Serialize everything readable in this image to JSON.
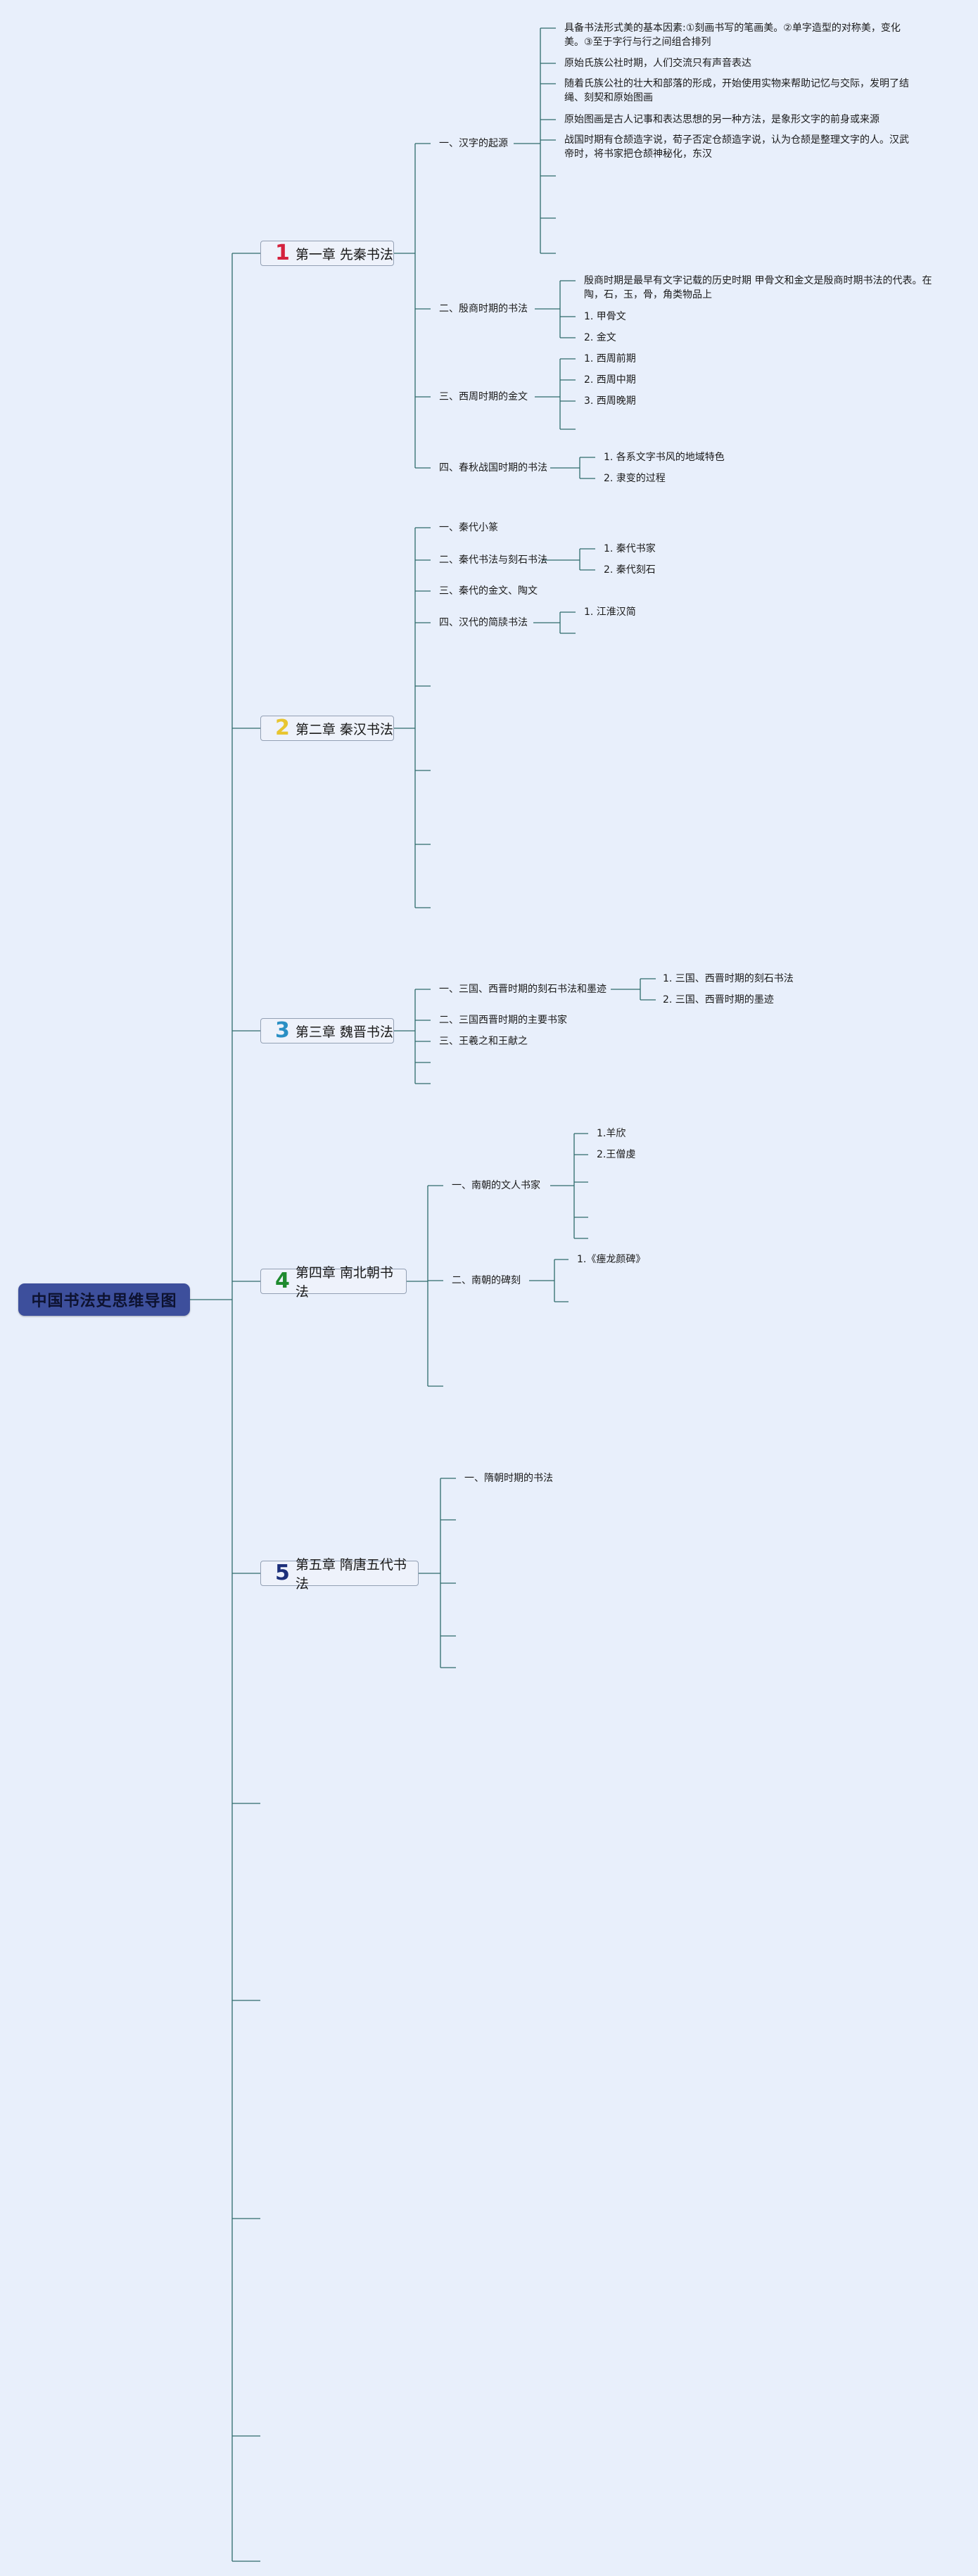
{
  "root": {
    "title": "中国书法史思维导图"
  },
  "chapters": [
    {
      "num": "1",
      "num_color": "#d4213d",
      "title": "第一章 先秦书法",
      "sections": [
        {
          "title": "一、汉字的起源",
          "items": [
            "具备书法形式美的基本因素:①刻画书写的笔画美。②单字造型的对称美，变化美。③至于字行与行之间组合排列",
            "原始氏族公社时期，人们交流只有声音表达",
            "随着氏族公社的壮大和部落的形成，开始使用实物来帮助记忆与交际，发明了结绳、刻契和原始图画",
            "原始图画是古人记事和表达思想的另一种方法，是象形文字的前身或来源",
            "战国时期有仓颉造字说，荀子否定仓颉造字说，认为仓颉是整理文字的人。汉武帝时，将书家把仓颉神秘化，东汉"
          ]
        },
        {
          "title": "二、殷商时期的书法",
          "items": [
            "殷商时期是最早有文字记载的历史时期 甲骨文和金文是殷商时期书法的代表。在陶，石，玉，骨，角类物品上",
            "1. 甲骨文",
            "2. 金文"
          ]
        },
        {
          "title": "三、西周时期的金文",
          "items": [
            "1. 西周前期",
            "2. 西周中期",
            "3. 西周晚期"
          ]
        },
        {
          "title": "四、春秋战国时期的书法",
          "items": [
            "1. 各系文字书风的地域特色",
            "2. 隶变的过程"
          ]
        }
      ]
    },
    {
      "num": "2",
      "num_color": "#e8c530",
      "title": "第二章 秦汉书法",
      "sections": [
        {
          "title": "一、秦代小篆",
          "items": []
        },
        {
          "title": "二、秦代书法与刻石书法",
          "items": [
            "1. 秦代书家",
            "2. 秦代刻石"
          ]
        },
        {
          "title": "三、秦代的金文、陶文",
          "items": []
        },
        {
          "title": "四、汉代的简牍书法",
          "items": [
            "1. 江淮汉简"
          ]
        }
      ]
    },
    {
      "num": "3",
      "num_color": "#2a8fc4",
      "title": "第三章 魏晋书法",
      "sections": [
        {
          "title": "一、三国、西晋时期的刻石书法和墨迹",
          "items": [
            "1. 三国、西晋时期的刻石书法",
            "2. 三国、西晋时期的墨迹"
          ]
        },
        {
          "title": "二、三国西晋时期的主要书家",
          "items": []
        },
        {
          "title": "三、王羲之和王献之",
          "items": []
        }
      ]
    },
    {
      "num": "4",
      "num_color": "#1e8a2e",
      "title": "第四章 南北朝书法",
      "sections": [
        {
          "title": "一、南朝的文人书家",
          "items": [
            "1.羊欣",
            "2.王僧虔"
          ]
        },
        {
          "title": "二、南朝的碑刻",
          "items": [
            "1.《瘗龙颜碑》"
          ]
        }
      ]
    },
    {
      "num": "5",
      "num_color": "#1c2f7a",
      "title": "第五章 隋唐五代书法",
      "sections": [
        {
          "title": "一、隋朝时期的书法",
          "items": []
        }
      ]
    }
  ]
}
